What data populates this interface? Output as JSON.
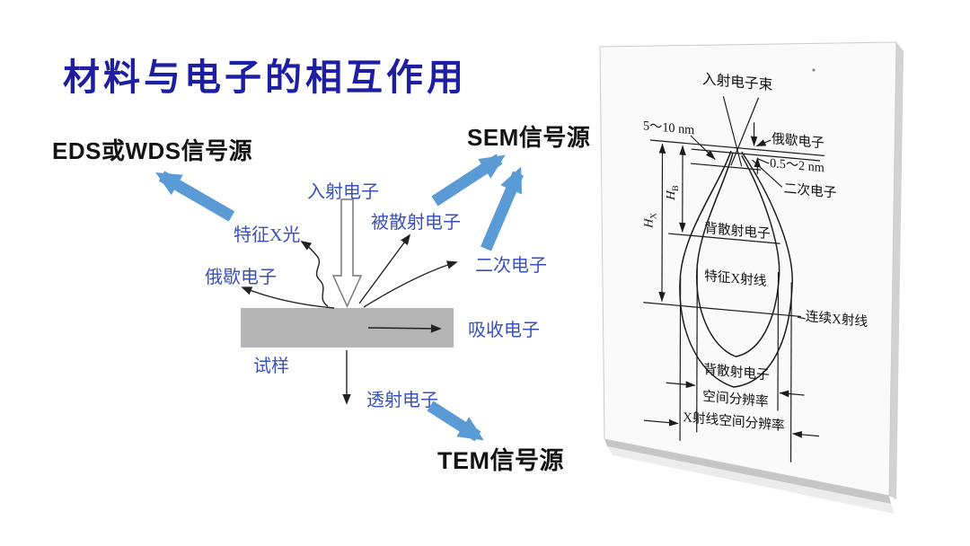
{
  "slide": {
    "title": "材料与电子的相互作用"
  },
  "left": {
    "eds_source": "EDS或WDS信号源",
    "sem_source": "SEM信号源",
    "tem_source": "TEM信号源",
    "incident": "入射电子",
    "backscattered": "被散射电子",
    "characteristic_xray": "特征X光",
    "auger": "俄歇电子",
    "secondary": "二次电子",
    "absorbed": "吸收电子",
    "specimen": "试样",
    "transmitted": "透射电子"
  },
  "right": {
    "incident_beam": "入射电子束",
    "bse_depth_range": "5～10 nm",
    "auger": "俄歇电子",
    "se_depth_range": "0.5～2 nm",
    "secondary": "二次电子",
    "h_b": {
      "base": "H",
      "sub": "B"
    },
    "h_x": {
      "base": "H",
      "sub": "X"
    },
    "backscattered": "背散射电子",
    "characteristic_xray": "特征X射线",
    "continuous_xray": "连续X射线",
    "bse_resolution_line1": "背散射电子",
    "bse_resolution_line2": "空间分辨率",
    "xray_resolution": "X射线空间分辨率"
  },
  "colors": {
    "title_blue": "#1e1ea2",
    "label_blue": "#3a51bb",
    "text_black": "#141414",
    "arrow_blue": "#5b9bd5",
    "specimen_gray": "#b5b5b5",
    "line_black": "#1a1a1a",
    "card_face": "#fafafa"
  }
}
